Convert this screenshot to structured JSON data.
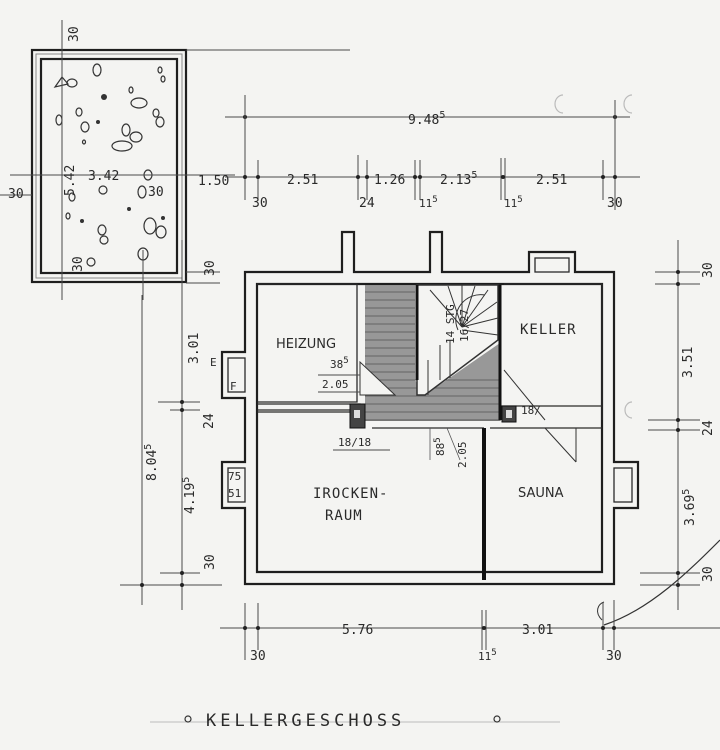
{
  "title": "KELLERGESCHOSS",
  "rooms": {
    "heizung": "HEIZUNG",
    "keller": "KELLER",
    "trockenraum_line1": "IROCKEN-",
    "trockenraum_line2": "RAUM",
    "sauna": "SAUNA"
  },
  "stair": {
    "steps": "14 STG",
    "ratio": "16/27"
  },
  "pit": {
    "width": "3.42",
    "height": "5.42",
    "wall_top": "30",
    "wall_left": "30",
    "wall_right_inner": "30",
    "wall_bottom_left": "30",
    "wall_bottom_right": "30",
    "gap_to_house": "1.50"
  },
  "dimensions": {
    "top_overall": "9.48",
    "top_overall_sup": "5",
    "top_chain": [
      {
        "value": "30",
        "sup": ""
      },
      {
        "value": "2.51",
        "sup": ""
      },
      {
        "value": "24",
        "sup": ""
      },
      {
        "value": "1.26",
        "sup": ""
      },
      {
        "value": "11",
        "sup": "5"
      },
      {
        "value": "2.13",
        "sup": "5"
      },
      {
        "value": "11",
        "sup": "5"
      },
      {
        "value": "2.51",
        "sup": ""
      },
      {
        "value": "30",
        "sup": ""
      }
    ],
    "left_overall": "8.04",
    "left_overall_sup": "5",
    "left_chain": [
      {
        "value": "3.01",
        "sup": ""
      },
      {
        "value": "24",
        "sup": ""
      },
      {
        "value": "4.19",
        "sup": "5"
      },
      {
        "value": "30",
        "sup": ""
      }
    ],
    "right_chain": [
      {
        "value": "30",
        "sup": ""
      },
      {
        "value": "3.51",
        "sup": ""
      },
      {
        "value": "24",
        "sup": ""
      },
      {
        "value": "3.69",
        "sup": "5"
      },
      {
        "value": "30",
        "sup": ""
      }
    ],
    "bottom_chain": [
      {
        "value": "30",
        "sup": ""
      },
      {
        "value": "5.76",
        "sup": ""
      },
      {
        "value": "11",
        "sup": "5"
      },
      {
        "value": "3.01",
        "sup": ""
      },
      {
        "value": "30",
        "sup": ""
      }
    ],
    "interior": {
      "heizung_door_sill": "38",
      "heizung_door_sill_sup": "5",
      "heizung_door_height": "2.05",
      "door_trocken": "18/18",
      "door_keller": "18/",
      "door_center_a": "88",
      "door_center_a_sup": "5",
      "door_center_b": "2.05",
      "window_left_a": "75",
      "window_left_b": "51",
      "window_heizung_label_e": "E",
      "window_heizung_label_f": "F"
    }
  }
}
